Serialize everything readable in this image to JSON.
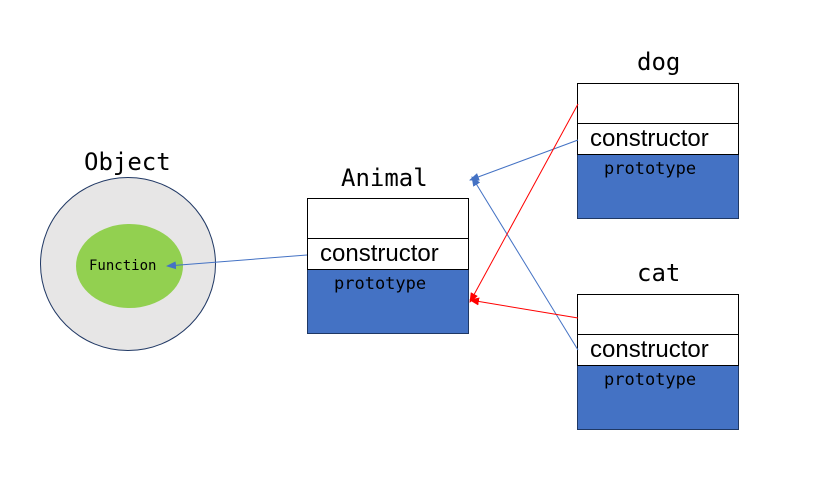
{
  "object": {
    "title": "Object",
    "inner_label": "Function"
  },
  "animal": {
    "title": "Animal",
    "constructor_label": "constructor",
    "prototype_label": "prototype"
  },
  "dog": {
    "title": "dog",
    "constructor_label": "constructor",
    "prototype_label": "prototype"
  },
  "cat": {
    "title": "cat",
    "constructor_label": "constructor",
    "prototype_label": "prototype"
  },
  "colors": {
    "constructor_link": "#4472C4",
    "prototype_link": "#ff0000",
    "prototype_fill": "#4472C4",
    "function_fill": "#92d050",
    "object_fill": "#e7e6e6"
  }
}
